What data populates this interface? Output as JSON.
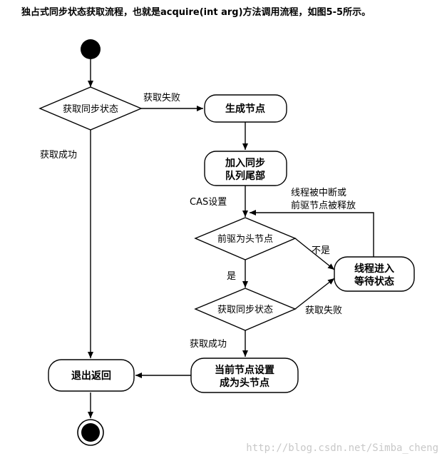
{
  "heading": "独占式同步状态获取流程，也就是acquire(int arg)方法调用流程，如图5-5所示。",
  "nodes": {
    "decision_acquire_1": "获取同步状态",
    "generate_node": "生成节点",
    "enqueue_line1": "加入同步",
    "enqueue_line2": "队列尾部",
    "decision_pred_head": "前驱为头节点",
    "decision_acquire_2": "获取同步状态",
    "wait_line1": "线程进入",
    "wait_line2": "等待状态",
    "set_head_line1": "当前节点设置",
    "set_head_line2": "成为头节点",
    "exit_return": "退出返回"
  },
  "edge_labels": {
    "acquire_fail_1": "获取失败",
    "acquire_success_1": "获取成功",
    "cas_set": "CAS设置",
    "interrupt_line1": "线程被中断或",
    "interrupt_line2": "前驱节点被释放",
    "not_head": "不是",
    "is_head": "是",
    "acquire_fail_2": "获取失败",
    "acquire_success_2": "获取成功"
  },
  "watermark": "http://blog.csdn.net/Simba_cheng"
}
